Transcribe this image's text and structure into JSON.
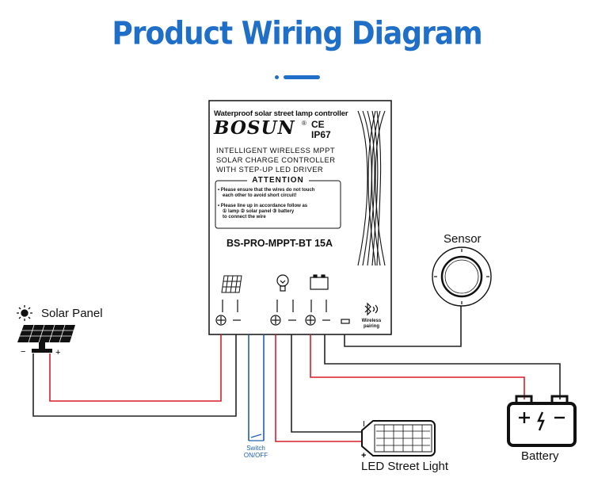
{
  "title": "Product Wiring Diagram",
  "controller": {
    "heading": "Waterproof solar street lamp controller",
    "brand": "BOSUN",
    "registered_mark": "®",
    "ce": "CE",
    "ip_rating": "IP67",
    "description": [
      "INTELLIGENT WIRELESS MPPT",
      "SOLAR CHARGE CONTROLLER",
      "WITH STEP-UP LED DRIVER"
    ],
    "attention": {
      "title": "ATTENTION",
      "lines": [
        "• Please ensure that the wires do not touch",
        "each other to avoid short circuit!",
        "• Please line up in accordance follow as",
        "① lamp ② solar panel ③ battery",
        "to connect the wire"
      ]
    },
    "model": "BS-PRO-MPPT-BT 15A",
    "wireless_label": [
      "Wireless",
      "pairing"
    ]
  },
  "labels": {
    "solar_panel": "Solar Panel",
    "sensor": "Sensor",
    "battery": "Battery",
    "led_street_light": "LED Street Light",
    "switch": [
      "Switch",
      "ON/OFF"
    ]
  },
  "polarity": {
    "plus": "+",
    "minus": "−",
    "led_minus": "I"
  },
  "colors": {
    "title_blue": "#1f6fc8",
    "positive_wire": "#d81e2c",
    "negative_wire": "#222222",
    "switch_wire": "#1f5fb0"
  },
  "icons": [
    "sun-icon",
    "solar-panel-icon",
    "bulb-icon",
    "battery-icon",
    "bluetooth-icon",
    "switch-icon"
  ]
}
